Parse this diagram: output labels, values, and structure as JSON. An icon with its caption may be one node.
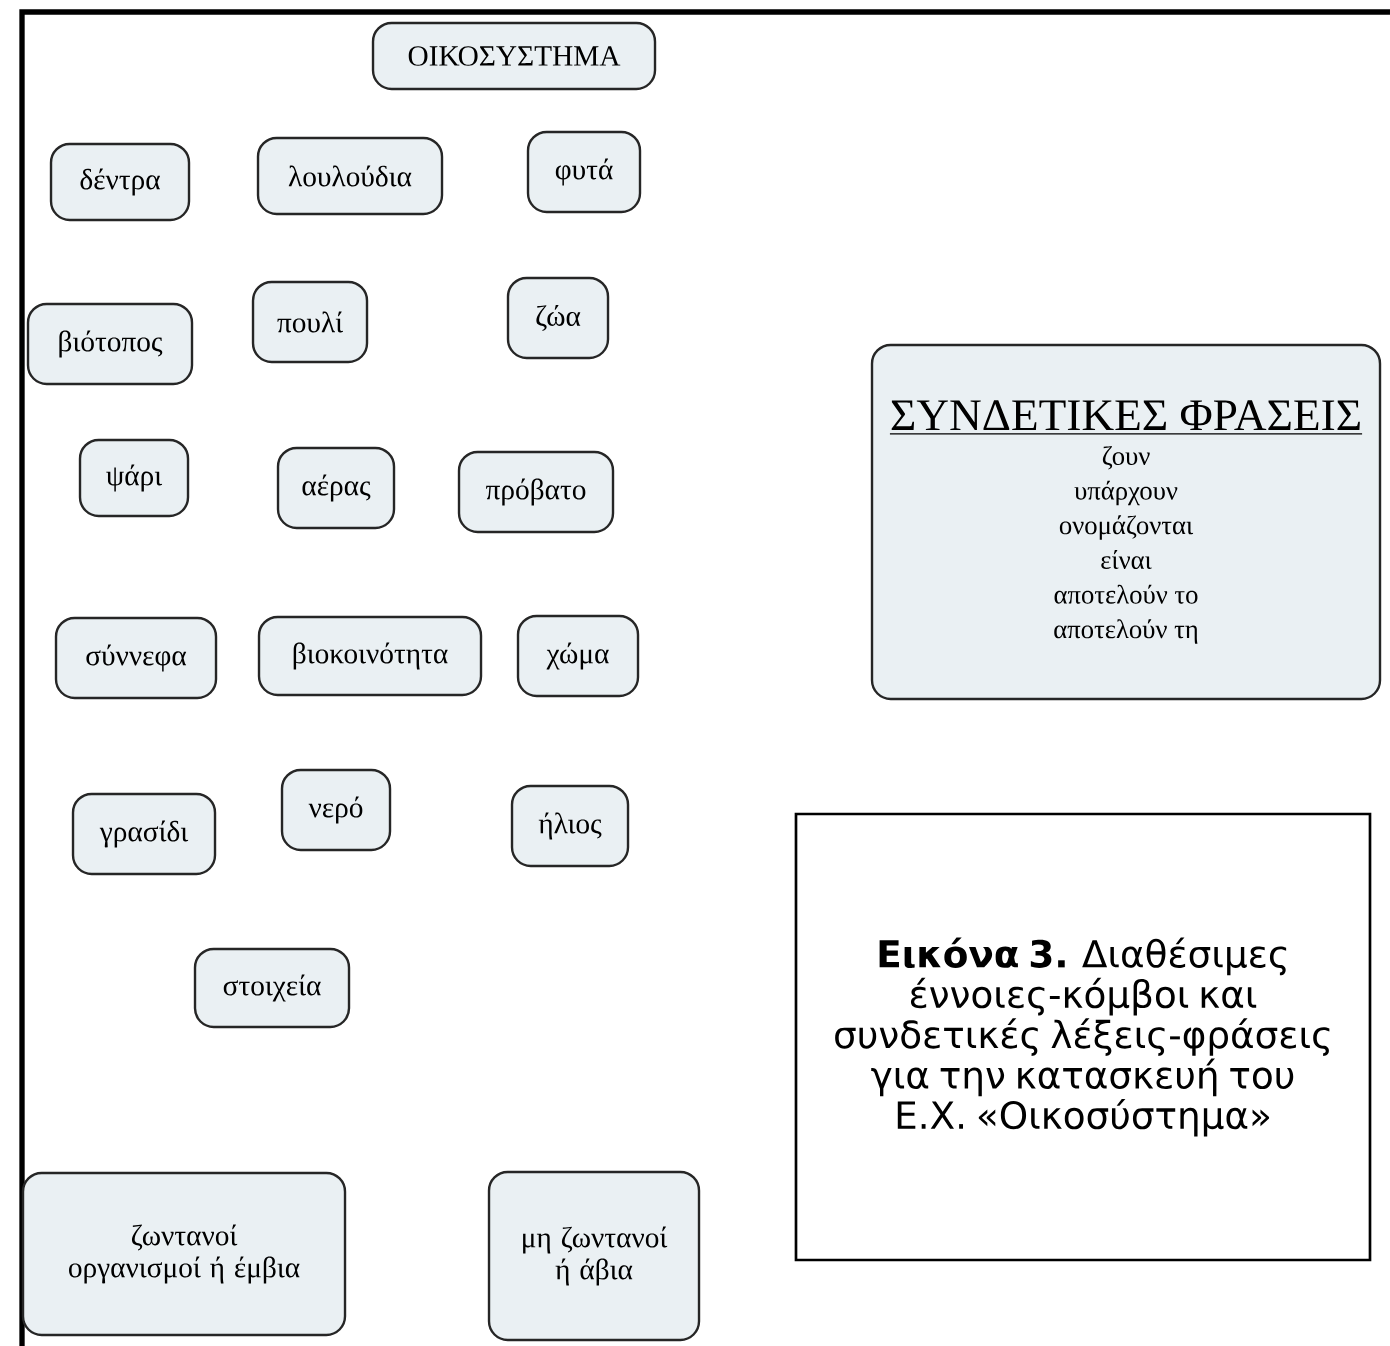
{
  "diagram": {
    "caption": "**Εικόνα 3.** Διαθέσιμες έννοιες-κόμβοι και συνδετικές λέξεις-φράσεις για την κατασκευή του Ε.Χ. «Οικοσύστημα»",
    "nodes": [
      {
        "text": [
          "ΟΙΚΟΣΥΣΤΗΜΑ"
        ]
      },
      {
        "text": [
          "δέντρα"
        ]
      },
      {
        "text": [
          "λουλούδια"
        ]
      },
      {
        "text": [
          "φυτά"
        ]
      },
      {
        "text": [
          "βιότοπος"
        ]
      },
      {
        "text": [
          "πουλί"
        ]
      },
      {
        "text": [
          "ζώα"
        ]
      },
      {
        "text": [
          "ψάρι"
        ]
      },
      {
        "text": [
          "αέρας"
        ]
      },
      {
        "text": [
          "πρόβατο"
        ]
      },
      {
        "text": [
          "σύννεφα"
        ]
      },
      {
        "text": [
          "βιοκοινότητα"
        ]
      },
      {
        "text": [
          "χώμα"
        ]
      },
      {
        "text": [
          "γρασίδι"
        ]
      },
      {
        "text": [
          "νερό"
        ]
      },
      {
        "text": [
          "ήλιος"
        ]
      },
      {
        "text": [
          "στοιχεία"
        ]
      },
      {
        "text": [
          "ζωντανοί οργανισμοί ή έμβια"
        ]
      },
      {
        "text": [
          "μη ζωντανοί ή άβια"
        ]
      },
      {
        "text": [
          "ΣΥΝΔΕΤΙΚΕΣ ΦΡΑΣΕΙΣ",
          "ζουν",
          "υπάρχουν",
          "ονομάζονται",
          "είναι",
          "αποτελούν το",
          "αποτελούν τη"
        ]
      }
    ],
    "edges": []
  }
}
